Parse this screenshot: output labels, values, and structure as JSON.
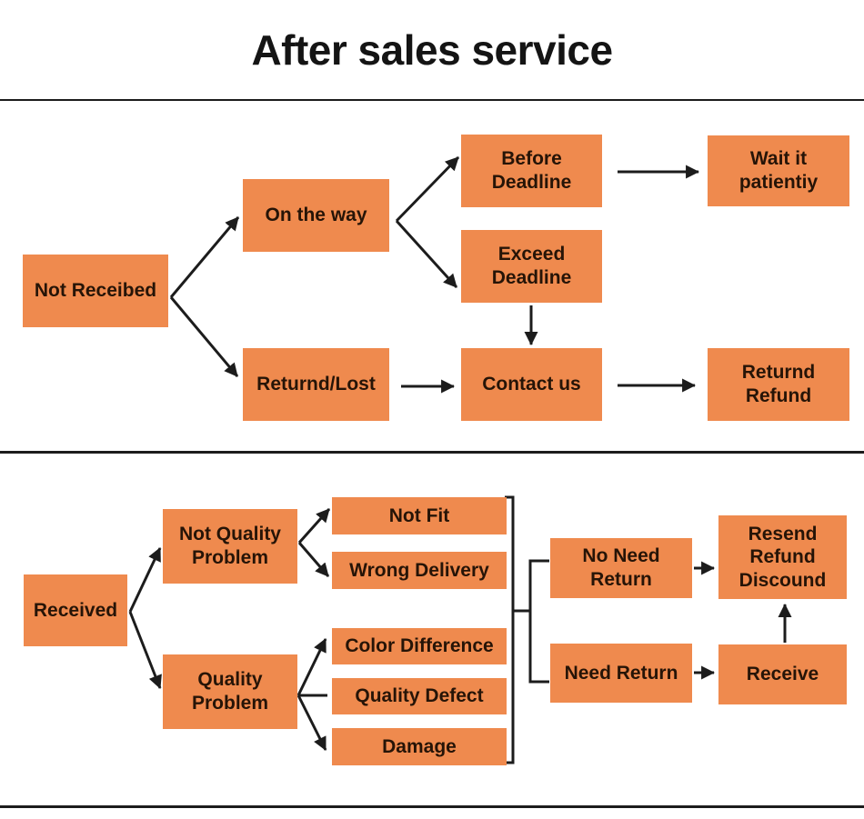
{
  "title": "After sales service",
  "colors": {
    "box_fill": "#EF8A4E",
    "box_text": "#261407",
    "line": "#1C1C1C",
    "background": "#FFFFFF"
  },
  "nodes": {
    "not_receibed": "Not Receibed",
    "on_the_way": "On the way",
    "returnd_lost": "Returnd/Lost",
    "before_deadline": "Before\nDeadline",
    "exceed_deadline": "Exceed\nDeadline",
    "contact_us": "Contact us",
    "wait_it_patientiy": "Wait it\npatientiy",
    "returnd_refund": "Returnd\nRefund",
    "received": "Received",
    "not_quality_problem": "Not Quality\nProblem",
    "quality_problem": "Quality\nProblem",
    "not_fit": "Not Fit",
    "wrong_delivery": "Wrong Delivery",
    "color_difference": "Color Difference",
    "quality_defect": "Quality Defect",
    "damage": "Damage",
    "no_need_return": "No Need\nReturn",
    "need_return": "Need Return",
    "resend_refund_discound": "Resend\nRefund\nDiscound",
    "receive": "Receive"
  }
}
